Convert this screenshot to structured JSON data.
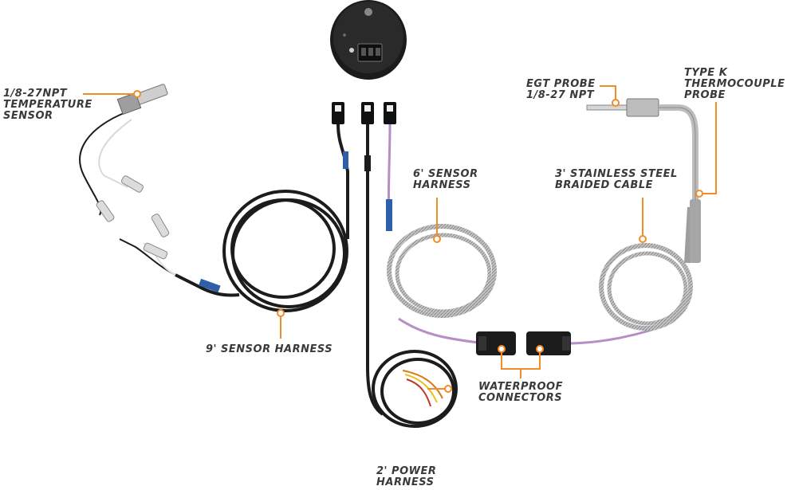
{
  "labels": {
    "temp_sensor": [
      "1/8-27NPT",
      "TEMPERATURE",
      "SENSOR"
    ],
    "egt_probe": [
      "EGT PROBE",
      "1/8-27 NPT"
    ],
    "type_k": [
      "TYPE K",
      "THERMOCOUPLE",
      "PROBE"
    ],
    "sensor_6": [
      "6' SENSOR",
      "HARNESS"
    ],
    "braided_3": [
      "3' STAINLESS STEEL",
      "BRAIDED CABLE"
    ],
    "sensor_9": [
      "9' SENSOR HARNESS"
    ],
    "waterproof": [
      "WATERPROOF",
      "CONNECTORS"
    ],
    "power_2": [
      "2' POWER",
      "HARNESS"
    ]
  },
  "colors": {
    "callout": "#f28c28",
    "label_text": "#3a3a3a",
    "cable_black": "#1c1c1c",
    "braided": "#b9b9b9",
    "wire_purple": "#b58fc4",
    "wire_white": "#e8e8e8",
    "heat_shrink_blue": "#2f5fa8"
  }
}
